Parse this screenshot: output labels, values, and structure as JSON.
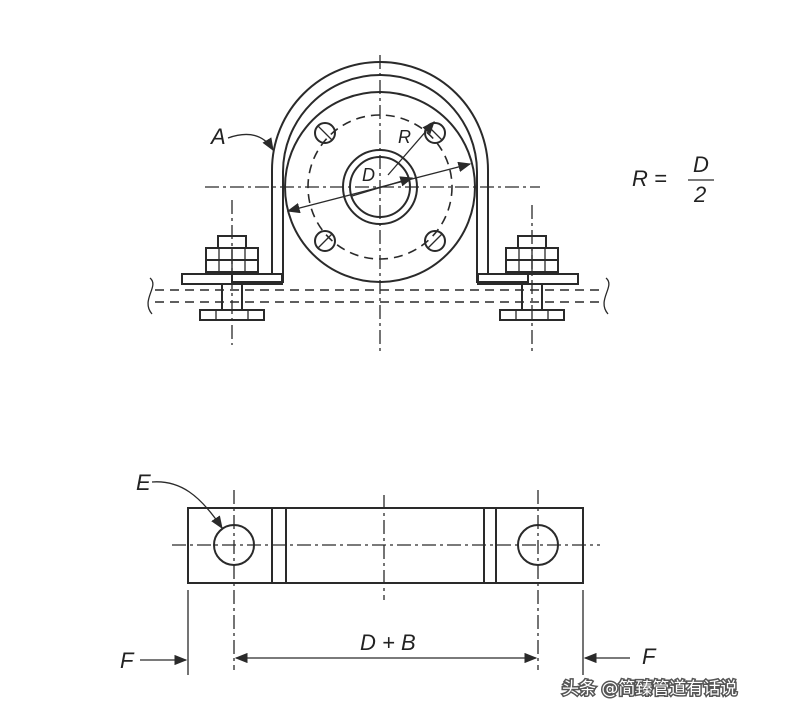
{
  "labels": {
    "a": "A",
    "d": "D",
    "r": "R",
    "e": "E",
    "f_left": "F",
    "f_right": "F",
    "dim_db": "D + B"
  },
  "formula": {
    "lhs": "R =",
    "numerator": "D",
    "denominator": "2"
  },
  "watermark": "头条 @简臻管道有话说"
}
